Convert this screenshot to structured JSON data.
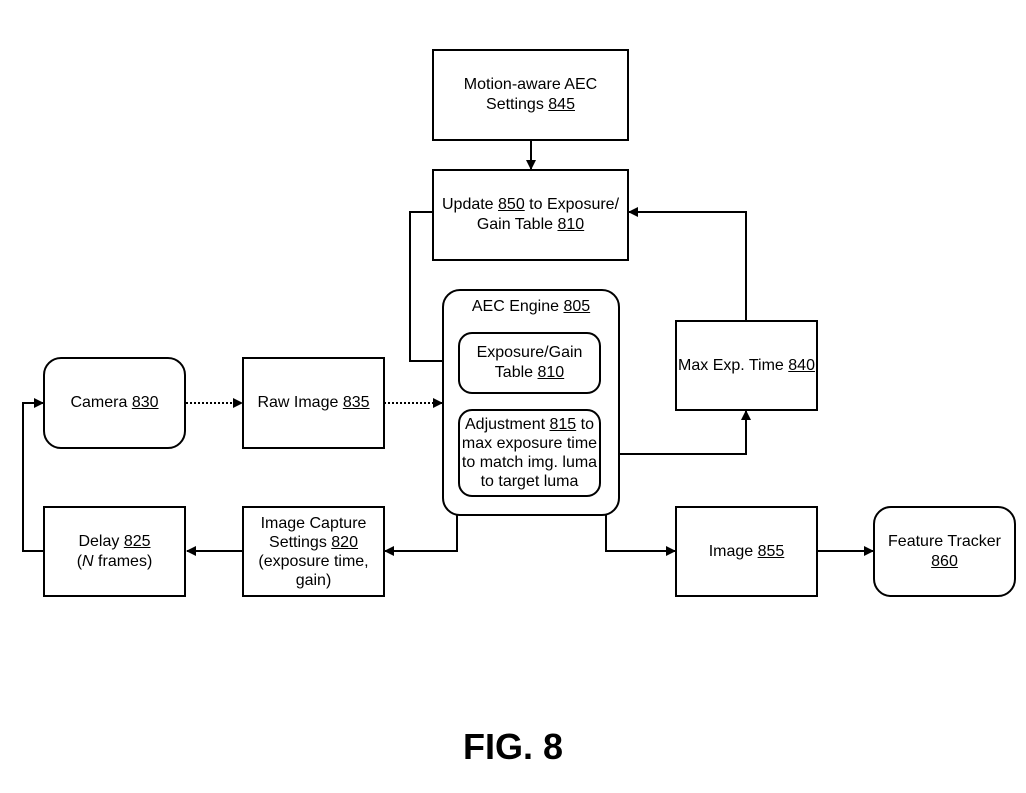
{
  "nodes": {
    "aec_settings": {
      "line1": "Motion-aware AEC",
      "line2": "Settings ",
      "ref": "845"
    },
    "update_table": {
      "text1": "Update ",
      "ref1": "850",
      "text2": " to Exposure/",
      "line2": "Gain Table ",
      "ref2": "810"
    },
    "aec_engine": {
      "text": "AEC Engine ",
      "ref": "805"
    },
    "exposure_gain_table": {
      "line1": "Exposure/Gain",
      "line2": "Table ",
      "ref": "810"
    },
    "adjustment": {
      "text1": "Adjustment ",
      "ref": "815",
      "text2": " to",
      "line2": "max exposure time",
      "line3": "to match img. luma",
      "line4": "to target luma"
    },
    "max_exp_time": {
      "text": "Max Exp. Time ",
      "ref": "840"
    },
    "camera": {
      "text": "Camera ",
      "ref": "830"
    },
    "raw_image": {
      "text": "Raw Image ",
      "ref": "835"
    },
    "delay": {
      "text": "Delay ",
      "ref": "825",
      "line2_italic": "N",
      "line2_rest": " frames)",
      "line2_open": "("
    },
    "image_capture": {
      "line1": "Image Capture",
      "line2": "Settings ",
      "ref": "820",
      "line3": "(exposure time,",
      "line4": "gain)"
    },
    "image": {
      "text": "Image ",
      "ref": "855"
    },
    "feature_tracker": {
      "line1": "Feature Tracker",
      "ref": "860"
    }
  },
  "figure_label": "FIG. 8"
}
